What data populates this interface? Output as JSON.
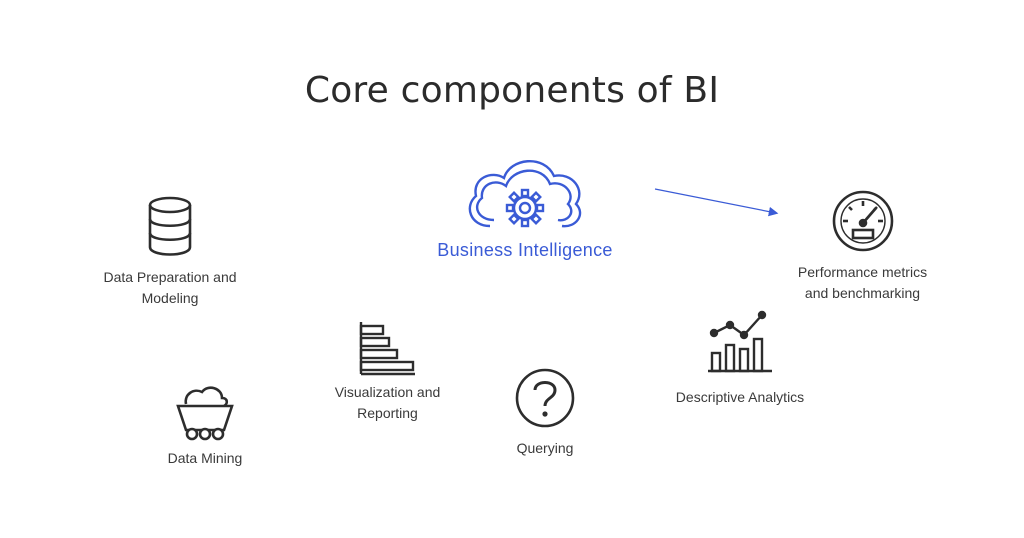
{
  "title": "Core components of BI",
  "colors": {
    "accent": "#3a5bd6",
    "icon": "#2d2d2d",
    "text": "#3a3a3a"
  },
  "hub": {
    "label": "Business Intelligence",
    "icon": "cloud-gear-icon"
  },
  "components": [
    {
      "id": "data-preparation",
      "label": "Data Preparation and\nModeling",
      "icon": "database-icon"
    },
    {
      "id": "data-mining",
      "label": "Data Mining",
      "icon": "mine-cart-icon"
    },
    {
      "id": "visualization",
      "label": "Visualization and\nReporting",
      "icon": "bar-chart-icon"
    },
    {
      "id": "querying",
      "label": "Querying",
      "icon": "question-mark-icon"
    },
    {
      "id": "descriptive-analytics",
      "label": "Descriptive Analytics",
      "icon": "analytics-chart-icon"
    },
    {
      "id": "performance-metrics",
      "label": "Performance metrics\nand benchmarking",
      "icon": "speedometer-icon"
    }
  ]
}
